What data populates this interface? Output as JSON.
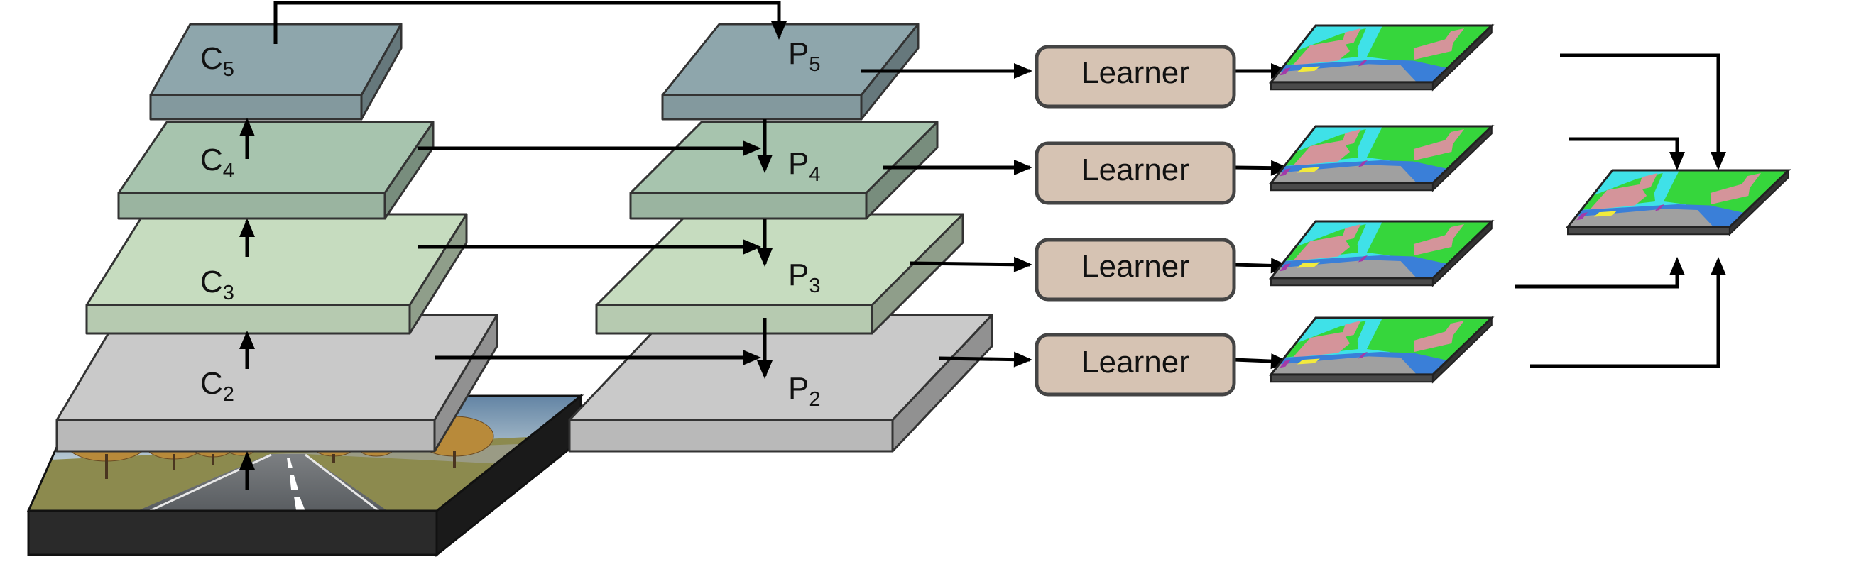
{
  "backbone": {
    "levels": [
      {
        "letter": "C",
        "index": "5",
        "color": "#8ea6ac"
      },
      {
        "letter": "C",
        "index": "4",
        "color": "#a7c4ae"
      },
      {
        "letter": "C",
        "index": "3",
        "color": "#c6dcbf"
      },
      {
        "letter": "C",
        "index": "2",
        "color": "#c9c9c9"
      }
    ]
  },
  "pyramid": {
    "levels": [
      {
        "letter": "P",
        "index": "5",
        "color": "#8ea6ac"
      },
      {
        "letter": "P",
        "index": "4",
        "color": "#a7c4ae"
      },
      {
        "letter": "P",
        "index": "3",
        "color": "#c6dcbf"
      },
      {
        "letter": "P",
        "index": "2",
        "color": "#c9c9c9"
      }
    ]
  },
  "learners": [
    {
      "label": "Learner"
    },
    {
      "label": "Learner"
    },
    {
      "label": "Learner"
    },
    {
      "label": "Learner"
    }
  ],
  "colors": {
    "learner_fill": "#d6c3b3",
    "learner_stroke": "#444444",
    "arrow": "#000000",
    "seg_sky": "#3fe1e8",
    "seg_vegetation": "#36d63c",
    "seg_building": "#d4949a",
    "seg_sidewalk": "#3a7fd8",
    "seg_road": "#a0a0a0",
    "seg_vehicle": "#a33aa8",
    "seg_lane": "#f2ea3c"
  }
}
